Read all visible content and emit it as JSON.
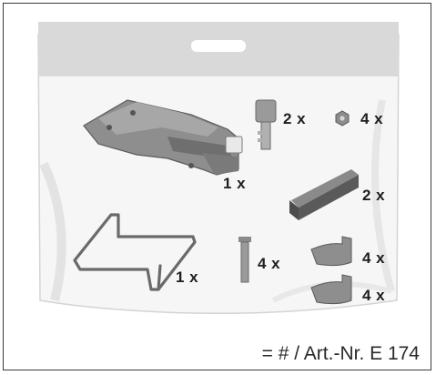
{
  "items": {
    "keys": {
      "icon": "key-icon",
      "qty": "2 x"
    },
    "nuts": {
      "icon": "nut-icon",
      "qty": "4 x"
    },
    "mount_plate": {
      "icon": "mounting-plate-icon",
      "qty": "1 x"
    },
    "bar": {
      "icon": "spacer-bar-icon",
      "qty": "2 x"
    },
    "wire_bracket": {
      "icon": "wire-bracket-icon",
      "qty": "1 x"
    },
    "screws": {
      "icon": "screw-icon",
      "qty": "4 x"
    },
    "clip_a": {
      "icon": "clip-icon",
      "qty": "4 x"
    },
    "clip_b": {
      "icon": "clip-icon",
      "qty": "4 x"
    }
  },
  "caption": "= # / Art.-Nr. E 174",
  "colors": {
    "bag_header": "#d9d9d9",
    "part_gray": "#8c8c8c",
    "text": "#1e1e1e"
  }
}
